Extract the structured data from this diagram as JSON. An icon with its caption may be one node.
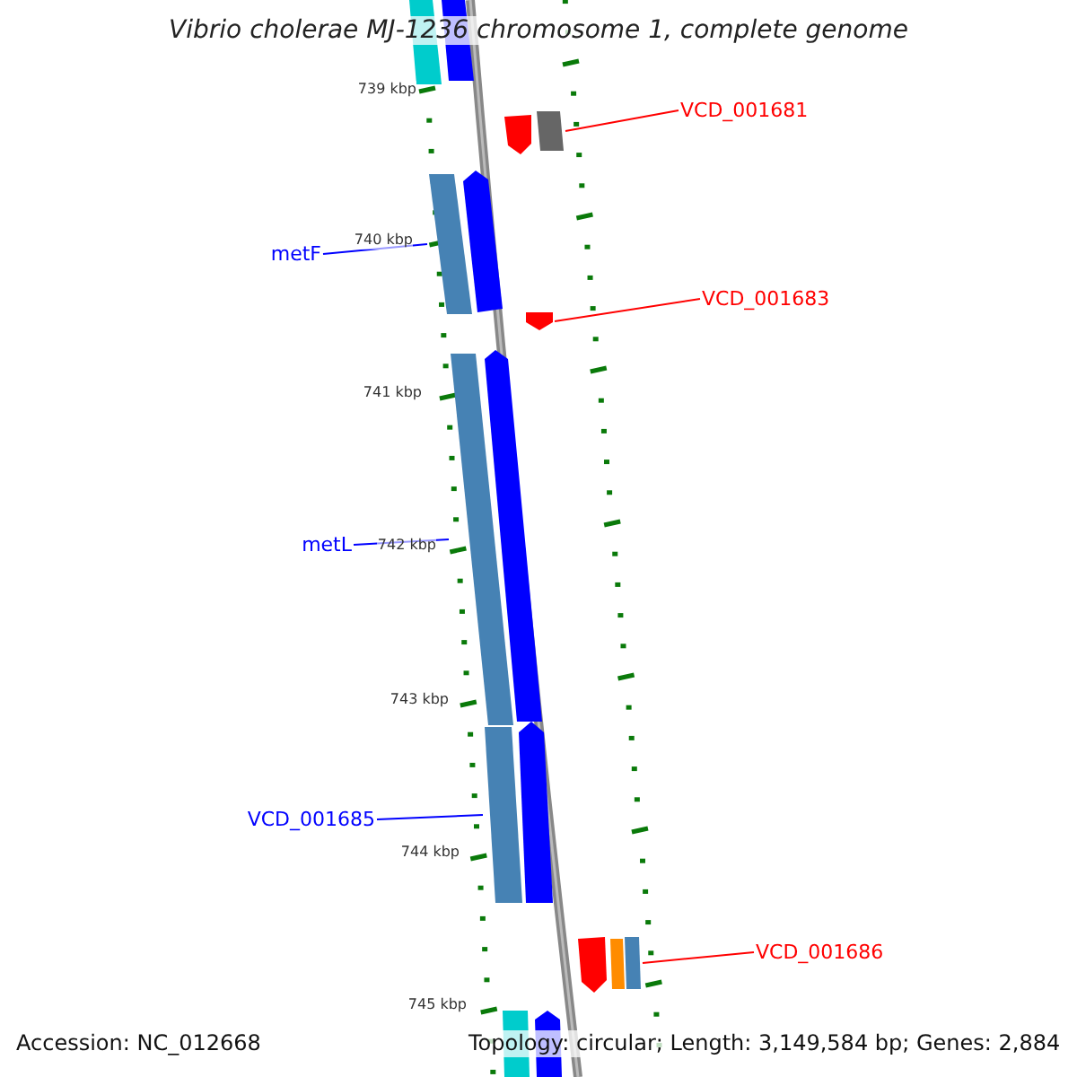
{
  "diagram": {
    "title": "Vibrio cholerae MJ-1236 chromosome 1, complete genome",
    "nodes": [
      {
        "text": [
          "VCD_001681"
        ]
      },
      {
        "text": [],
        "shape": "box"
      },
      {
        "text": [
          "metF"
        ]
      },
      {
        "text": [],
        "shape": "box"
      },
      {
        "text": [
          "VCD_001683"
        ]
      },
      {
        "text": [],
        "shape": "arrow"
      },
      {
        "text": [
          "metL"
        ]
      },
      {
        "text": [],
        "shape": "box"
      },
      {
        "text": [
          "VCD_001685"
        ]
      },
      {
        "text": [],
        "shape": "box"
      },
      {
        "text": [
          "VCD_001686"
        ]
      },
      {
        "text": [],
        "shape": "box"
      }
    ],
    "edges": [
      {
        "from": 0,
        "to": 1,
        "arrow": "none",
        "color": "#ff0000"
      },
      {
        "from": 2,
        "to": 3,
        "arrow": "none",
        "color": "#0000ff"
      },
      {
        "from": 4,
        "to": 5,
        "arrow": "none",
        "color": "#ff0000"
      },
      {
        "from": 6,
        "to": 7,
        "arrow": "none",
        "color": "#0000ff"
      },
      {
        "from": 8,
        "to": 9,
        "arrow": "none",
        "color": "#0000ff"
      },
      {
        "from": 10,
        "to": 11,
        "arrow": "none",
        "color": "#ff0000"
      }
    ],
    "labels": [
      "739 kbp",
      "740 kbp",
      "741 kbp",
      "742 kbp",
      "743 kbp",
      "744 kbp",
      "745 kbp",
      "Accession: NC_012668",
      "Topology: circular; Length: 3,149,584 bp; Genes: 2,884"
    ]
  }
}
